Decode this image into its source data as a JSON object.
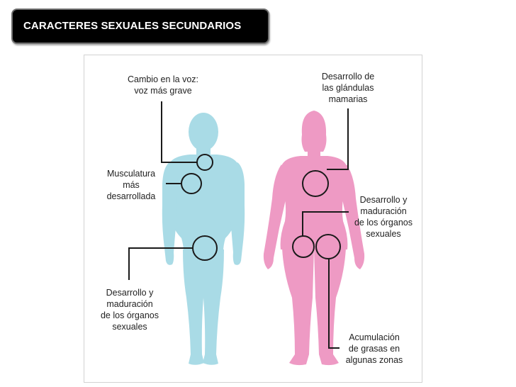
{
  "title": "CARACTERES SEXUALES SECUNDARIOS",
  "colors": {
    "male": "#a9dbe6",
    "female": "#ee9ac4",
    "line": "#1a1a1a"
  },
  "male_labels": {
    "voice": "Cambio en la voz:\nvoz más grave",
    "muscle": "Musculatura\nmás\ndesarrollada",
    "organs": "Desarrollo y\nmaduración\nde los órganos\nsexuales"
  },
  "female_labels": {
    "glands": "Desarrollo de\nlas glándulas\nmamarias",
    "organs": "Desarrollo y\nmaduración\nde los órganos\nsexuales",
    "fat": "Acumulación\nde grasas en\nalgunas zonas"
  }
}
